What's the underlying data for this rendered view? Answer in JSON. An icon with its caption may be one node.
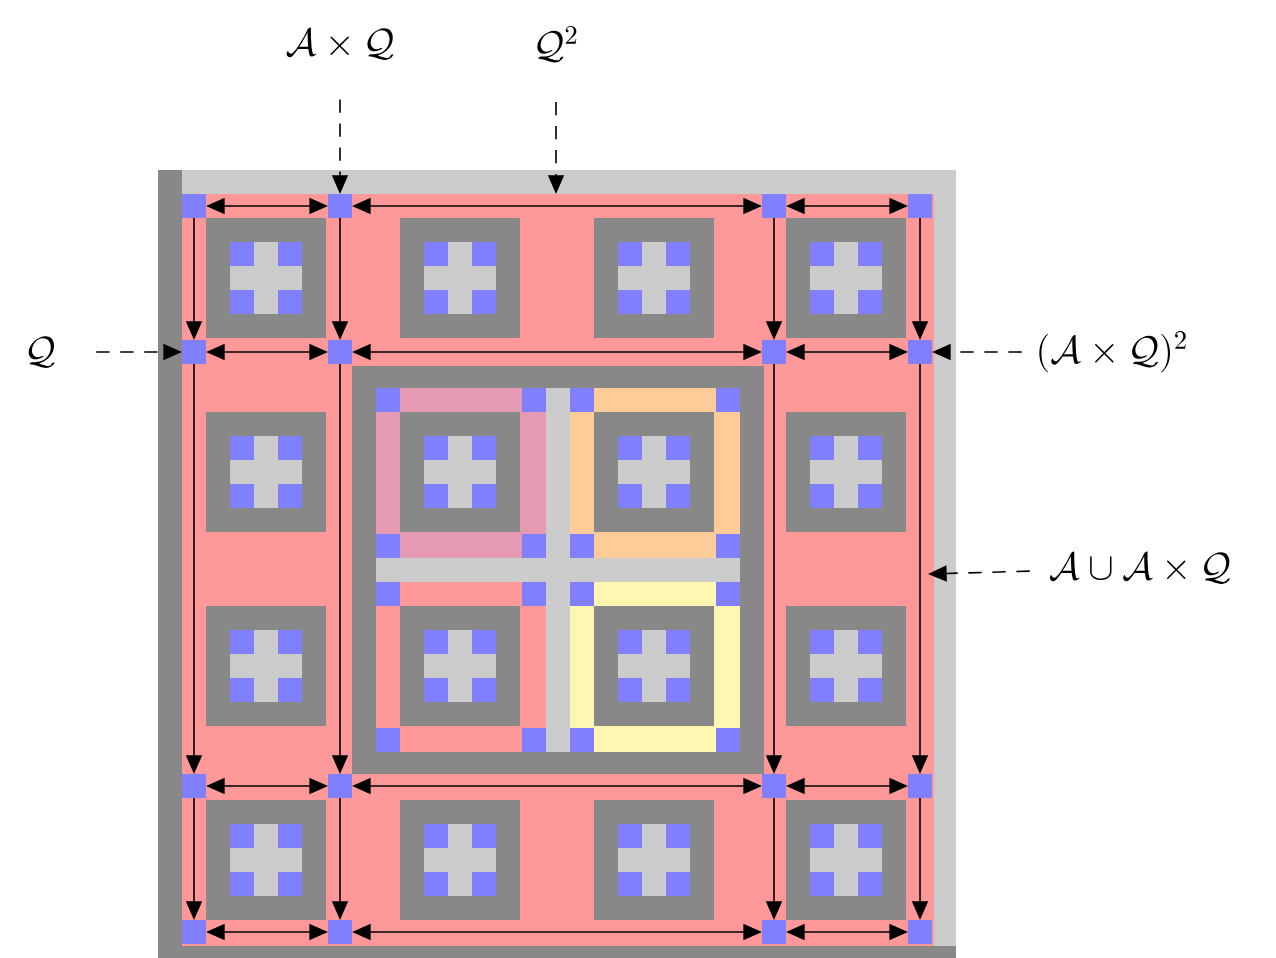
{
  "diagram": {
    "nodes": [
      {
        "text": [
          "\\mathcal{A}\\times\\mathcal{Q}"
        ]
      },
      {
        "text": [
          "\\mathcal{Q}^2"
        ]
      },
      {
        "text": [
          "\\mathcal{Q}"
        ]
      },
      {
        "text": [
          "(\\mathcal{A}\\times\\mathcal{Q})^2"
        ]
      },
      {
        "text": [
          "\\mathcal{A}\\cup\\mathcal{A}\\times\\mathcal{Q}"
        ]
      },
      {
        "text": [],
        "shape": "box"
      },
      {
        "text": [],
        "shape": "box"
      },
      {
        "text": [],
        "shape": "box"
      },
      {
        "text": [],
        "shape": "box"
      },
      {
        "text": [],
        "shape": "box"
      },
      {
        "text": [],
        "shape": "box"
      },
      {
        "text": [],
        "shape": "box"
      },
      {
        "text": [],
        "shape": "box"
      },
      {
        "text": [],
        "shape": "box"
      },
      {
        "text": [],
        "shape": "box"
      },
      {
        "text": [],
        "shape": "box"
      },
      {
        "text": [],
        "shape": "box"
      },
      {
        "text": [],
        "shape": "box"
      },
      {
        "text": [],
        "shape": "box"
      },
      {
        "text": [],
        "shape": "box"
      },
      {
        "text": [],
        "shape": "box"
      }
    ],
    "edges": [
      {
        "from": 5,
        "to": 6,
        "arrow": "both"
      },
      {
        "from": 6,
        "to": 7,
        "arrow": "both"
      },
      {
        "from": 7,
        "to": 8,
        "arrow": "both"
      },
      {
        "from": 9,
        "to": 10,
        "arrow": "both"
      },
      {
        "from": 10,
        "to": 11,
        "arrow": "both"
      },
      {
        "from": 11,
        "to": 12,
        "arrow": "both"
      },
      {
        "from": 13,
        "to": 14,
        "arrow": "both"
      },
      {
        "from": 14,
        "to": 15,
        "arrow": "both"
      },
      {
        "from": 15,
        "to": 16,
        "arrow": "both"
      },
      {
        "from": 17,
        "to": 18,
        "arrow": "both"
      },
      {
        "from": 18,
        "to": 19,
        "arrow": "both"
      },
      {
        "from": 19,
        "to": 20,
        "arrow": "both"
      },
      {
        "from": 5,
        "to": 9,
        "arrow": "to"
      },
      {
        "from": 9,
        "to": 13,
        "arrow": "to"
      },
      {
        "from": 13,
        "to": 17,
        "arrow": "to"
      },
      {
        "from": 6,
        "to": 10,
        "arrow": "to"
      },
      {
        "from": 10,
        "to": 14,
        "arrow": "to"
      },
      {
        "from": 14,
        "to": 18,
        "arrow": "to"
      },
      {
        "from": 7,
        "to": 11,
        "arrow": "to"
      },
      {
        "from": 11,
        "to": 15,
        "arrow": "to"
      },
      {
        "from": 15,
        "to": 19,
        "arrow": "to"
      },
      {
        "from": 8,
        "to": 12,
        "arrow": "to"
      },
      {
        "from": 12,
        "to": 16,
        "arrow": "to"
      },
      {
        "from": 16,
        "to": 20,
        "arrow": "to"
      },
      {
        "from": 0,
        "to": 6,
        "arrow": "to",
        "style": "dashed"
      },
      {
        "from": 1,
        "to": null,
        "arrow": "to",
        "style": "dashed"
      },
      {
        "from": 2,
        "to": 9,
        "arrow": "to",
        "style": "dashed"
      },
      {
        "from": 3,
        "to": 12,
        "arrow": "to",
        "style": "dashed"
      },
      {
        "from": 4,
        "to": null,
        "arrow": "to",
        "style": "dashed"
      }
    ]
  }
}
